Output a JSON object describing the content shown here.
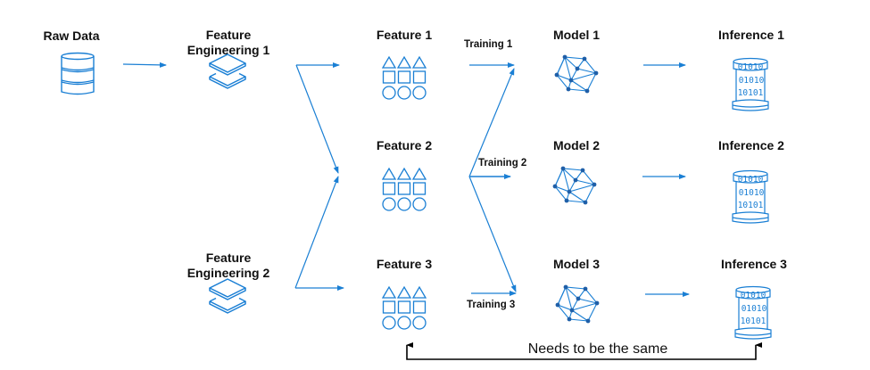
{
  "colors": {
    "accent": "#1a7fd4",
    "node": "#1f5fa8",
    "text": "#111111",
    "connector": "#000000"
  },
  "nodes": {
    "raw_data": {
      "label": "Raw Data",
      "icon": "database-icon"
    },
    "feature_engineering_1": {
      "label_line1": "Feature",
      "label_line2": "Engineering 1",
      "icon": "layers-icon"
    },
    "feature_engineering_2": {
      "label_line1": "Feature",
      "label_line2": "Engineering 2",
      "icon": "layers-icon"
    },
    "features": [
      {
        "label": "Feature 1",
        "icon": "shapes-icon"
      },
      {
        "label": "Feature 2",
        "icon": "shapes-icon"
      },
      {
        "label": "Feature 3",
        "icon": "shapes-icon"
      }
    ],
    "models": [
      {
        "label": "Model 1",
        "icon": "network-icon"
      },
      {
        "label": "Model 2",
        "icon": "network-icon"
      },
      {
        "label": "Model 3",
        "icon": "network-icon"
      }
    ],
    "inferences": [
      {
        "label": "Inference 1",
        "icon": "binary-cylinder-icon",
        "binary_rows": [
          "01010",
          "01010",
          "10101"
        ]
      },
      {
        "label": "Inference 2",
        "icon": "binary-cylinder-icon",
        "binary_rows": [
          "01010",
          "01010",
          "10101"
        ]
      },
      {
        "label": "Inference 3",
        "icon": "binary-cylinder-icon",
        "binary_rows": [
          "01010",
          "01010",
          "10101"
        ]
      }
    ]
  },
  "edges": {
    "training": [
      "Training 1",
      "Training 2",
      "Training 3"
    ]
  },
  "annotation": {
    "text": "Needs to be the same"
  }
}
